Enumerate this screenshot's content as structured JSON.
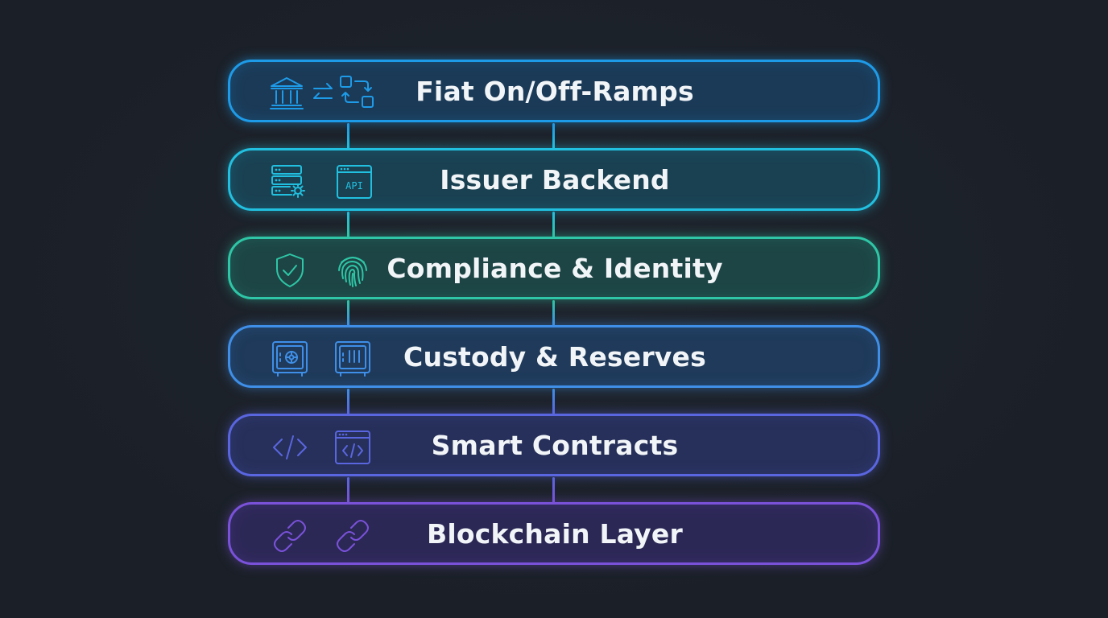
{
  "layers": [
    {
      "label": "Fiat On/Off-Ramps",
      "icons": [
        "bank-icon",
        "transfer-arrows-icon",
        "exchange-squares-icon"
      ],
      "color": "#1e9be8"
    },
    {
      "label": "Issuer Backend",
      "icons": [
        "server-gear-icon",
        "api-window-icon"
      ],
      "color": "#22c0e0"
    },
    {
      "label": "Compliance & Identity",
      "icons": [
        "shield-check-icon",
        "fingerprint-icon"
      ],
      "color": "#2ec6a6"
    },
    {
      "label": "Custody & Reserves",
      "icons": [
        "vault-icon",
        "safe-icon"
      ],
      "color": "#3f8fe8"
    },
    {
      "label": "Smart Contracts",
      "icons": [
        "code-brackets-icon",
        "code-window-icon"
      ],
      "color": "#5a66e0"
    },
    {
      "label": "Blockchain Layer",
      "icons": [
        "chain-link-icon",
        "chain-link-icon"
      ],
      "color": "#7a52da"
    }
  ],
  "icon_text": {
    "api": "API"
  }
}
